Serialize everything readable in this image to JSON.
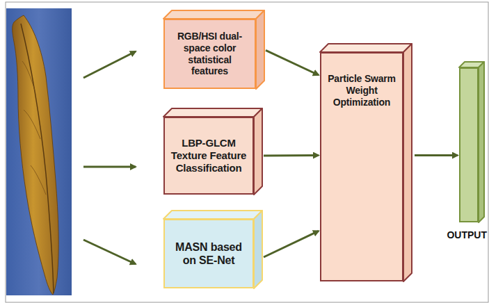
{
  "diagram": {
    "nodes": [
      {
        "text": [
          "RGB/HSI dual-space color statistical features"
        ]
      },
      {
        "text": [
          "LBP-GLCM Texture Feature Classification"
        ]
      },
      {
        "text": [
          "MASN based on SE-Net"
        ]
      },
      {
        "text": [
          "Particle Swarm Weight Optimization"
        ]
      },
      {
        "text": [
          "OUTPUT"
        ]
      }
    ],
    "edges": [
      {
        "from": 0,
        "to": 3,
        "arrow": "to"
      },
      {
        "from": 1,
        "to": 3,
        "arrow": "to"
      },
      {
        "from": 2,
        "to": 3,
        "arrow": "to"
      },
      {
        "from": 3,
        "to": 4,
        "arrow": "to"
      }
    ]
  }
}
